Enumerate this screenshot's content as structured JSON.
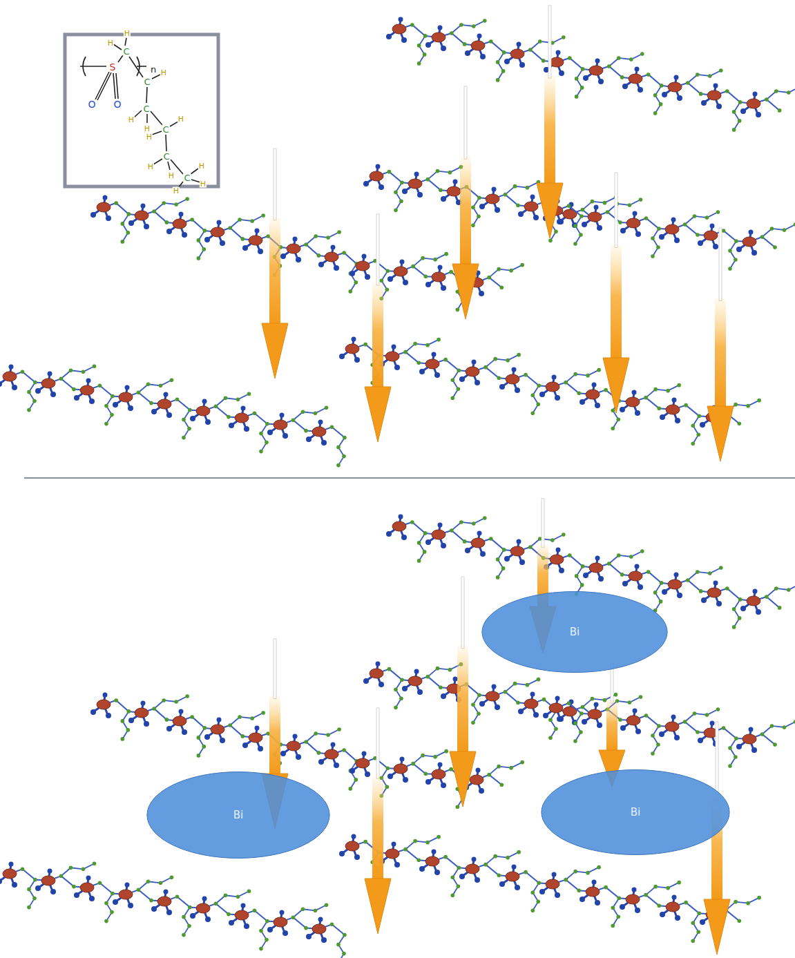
{
  "diagram": {
    "nodes": [
      {
        "text": [
          "Bi"
        ]
      },
      {
        "text": [
          "Bi"
        ]
      },
      {
        "text": [
          "Bi"
        ]
      }
    ],
    "labels": [
      "S",
      "O",
      "O",
      "C",
      "C",
      "C",
      "C",
      "C",
      "C",
      "H",
      "H",
      "H",
      "H",
      "H",
      "H",
      "H",
      "H",
      "H",
      "H",
      "H",
      "H",
      "n"
    ]
  }
}
